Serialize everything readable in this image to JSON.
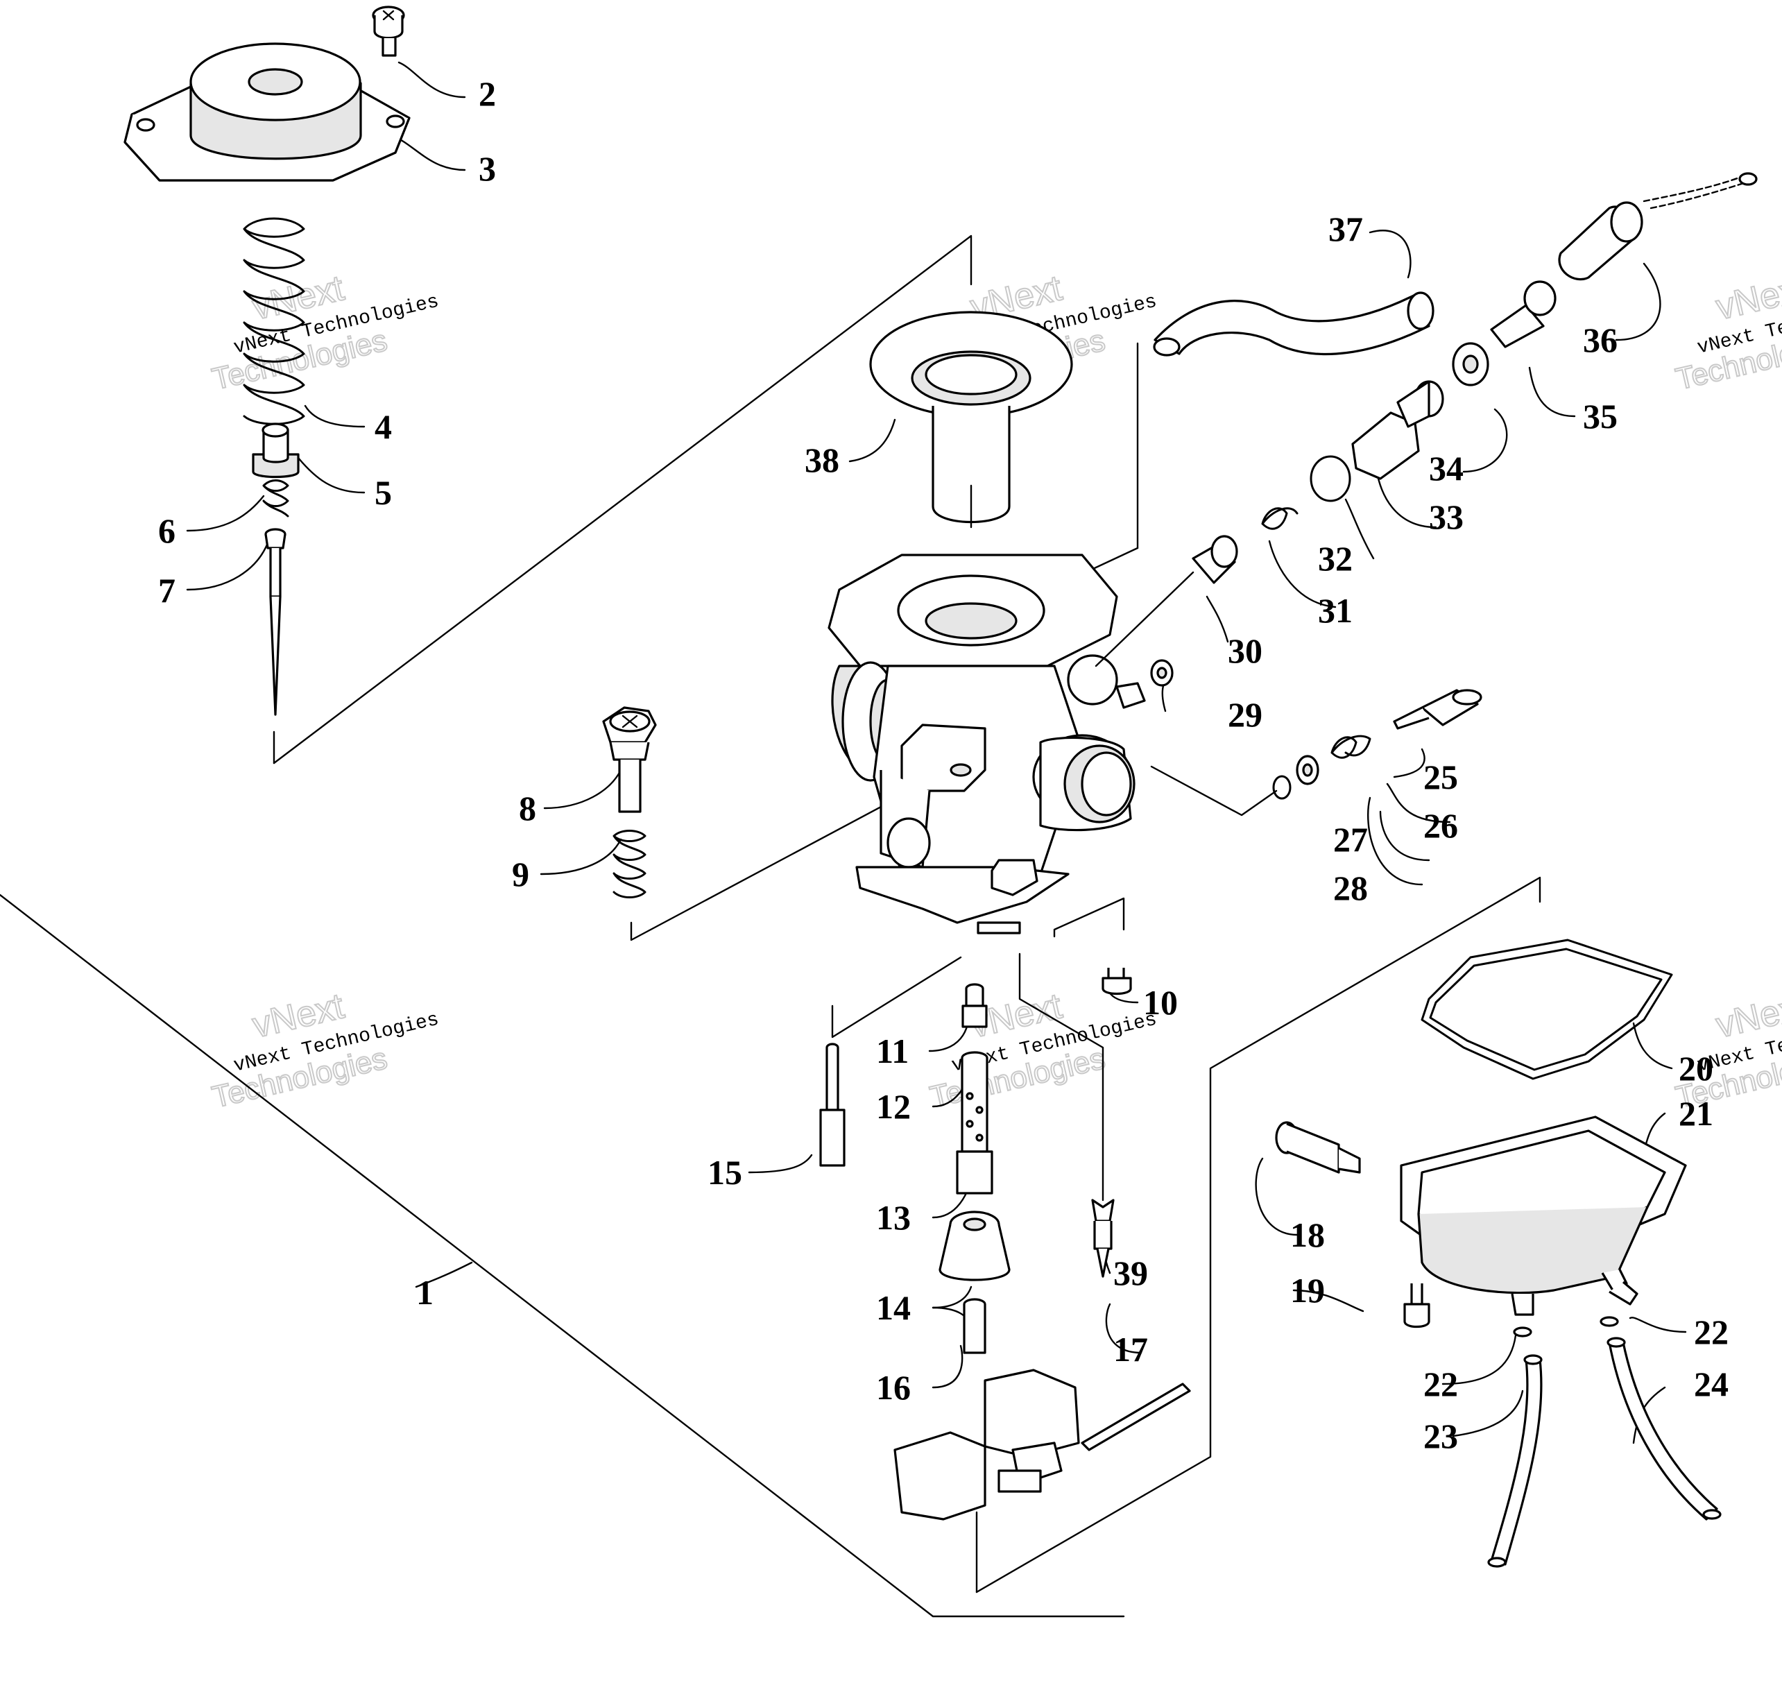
{
  "diagram": {
    "callouts": [
      "1",
      "2",
      "3",
      "4",
      "5",
      "6",
      "7",
      "8",
      "9",
      "10",
      "11",
      "12",
      "13",
      "14",
      "15",
      "16",
      "17",
      "18",
      "19",
      "20",
      "21",
      "22",
      "22",
      "23",
      "24",
      "25",
      "26",
      "27",
      "28",
      "29",
      "30",
      "31",
      "32",
      "33",
      "34",
      "35",
      "36",
      "37",
      "38",
      "39"
    ],
    "watermark": {
      "line1": "vNext",
      "line2": "vNext Technologies",
      "line3": "Technologies"
    }
  }
}
